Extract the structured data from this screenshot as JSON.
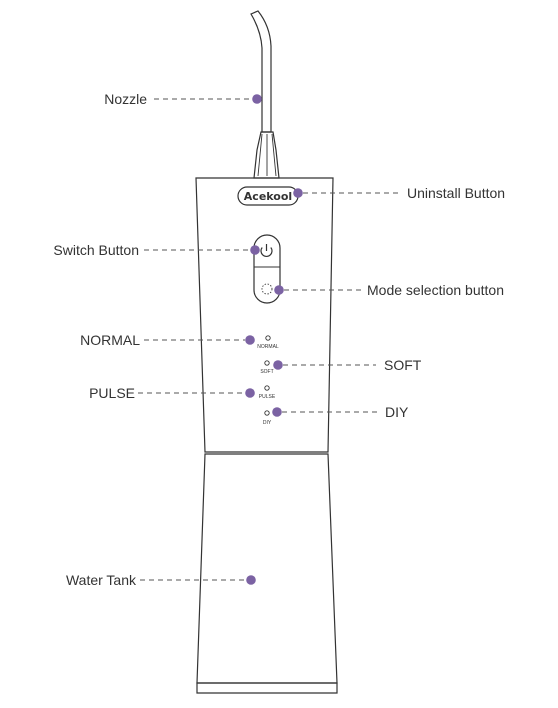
{
  "brand": "Acekool",
  "labels": {
    "nozzle": "Nozzle",
    "uninstall_button": "Uninstall Button",
    "switch_button": "Switch Button",
    "mode_selection_button": "Mode selection button",
    "normal": "NORMAL",
    "soft": "SOFT",
    "pulse": "PULSE",
    "diy": "DIY",
    "water_tank": "Water Tank"
  },
  "indicators": {
    "normal": "NORMAL",
    "soft": "SOFT",
    "pulse": "PULSE",
    "diy": "DIY"
  },
  "colors": {
    "marker": "#7b62a3",
    "outline": "#333333",
    "leader": "#555555"
  }
}
